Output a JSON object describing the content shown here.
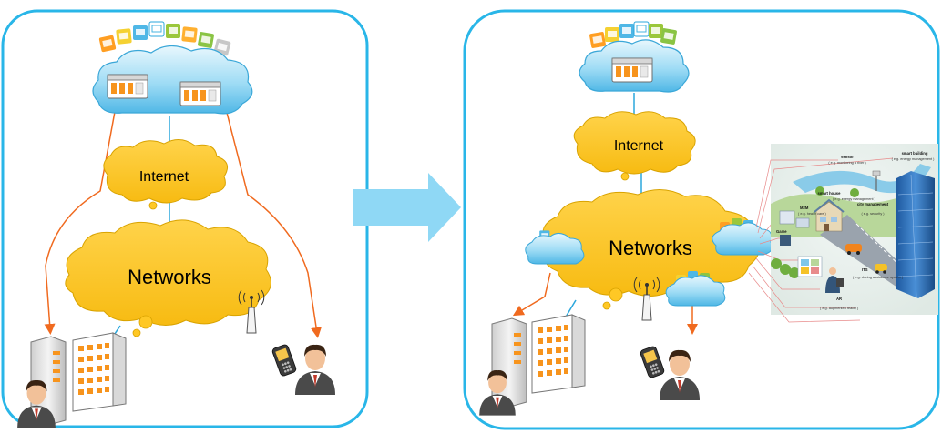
{
  "colors": {
    "panel_border": "#29b6e8",
    "cloud_yellow": "#ffc825",
    "cloud_yellow_edge": "#d9a300",
    "cloud_blue": "#6ec8ef",
    "link_blue": "#2ba7dc",
    "link_orange": "#f06a1f",
    "arrow": "#8fd8f5",
    "building_orange": "#f7941d",
    "smart_tower": "#2c6fb6"
  },
  "left_panel": {
    "internet_label": "Internet",
    "networks_label": "Networks"
  },
  "right_panel": {
    "internet_label": "Internet",
    "networks_label": "Networks"
  },
  "city": {
    "sensor": {
      "title": "sensor",
      "sub": "( e.g. monitoring a river )"
    },
    "smart_building": {
      "title": "smart building",
      "sub": "( e.g. energy management )"
    },
    "smart_house": {
      "title": "smart house",
      "sub": "( e.g. energy management )"
    },
    "m2m": {
      "title": "M2M",
      "sub": "( e.g. health care )"
    },
    "city_management": {
      "title": "city management",
      "sub": "( e.g. security )"
    },
    "game": {
      "title": "Game"
    },
    "its": {
      "title": "ITS",
      "sub": "( e.g. driving assistance system )"
    },
    "ar": {
      "title": "AR",
      "sub": "( e.g. augmented reality )"
    }
  },
  "icons": [
    "app-tiles-icon",
    "server-icon",
    "antenna-icon",
    "mobile-phone-icon",
    "user-icon",
    "office-building-icon",
    "server-tower-icon",
    "arrow-right-icon"
  ]
}
